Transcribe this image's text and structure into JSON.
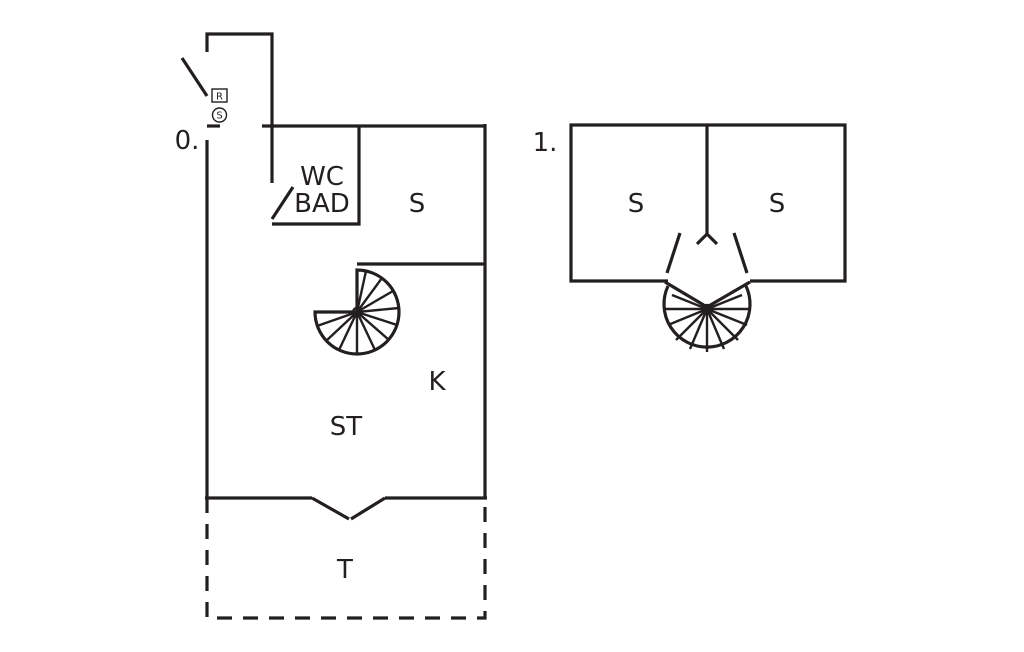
{
  "floors": [
    {
      "level_label": "0.",
      "rooms": [
        "WC",
        "BAD",
        "S",
        "K",
        "ST",
        "T"
      ],
      "meters": [
        "R",
        "S"
      ]
    },
    {
      "level_label": "1.",
      "rooms": [
        "S",
        "S"
      ]
    }
  ],
  "colors": {
    "line": "#231f20",
    "background": "#ffffff"
  }
}
